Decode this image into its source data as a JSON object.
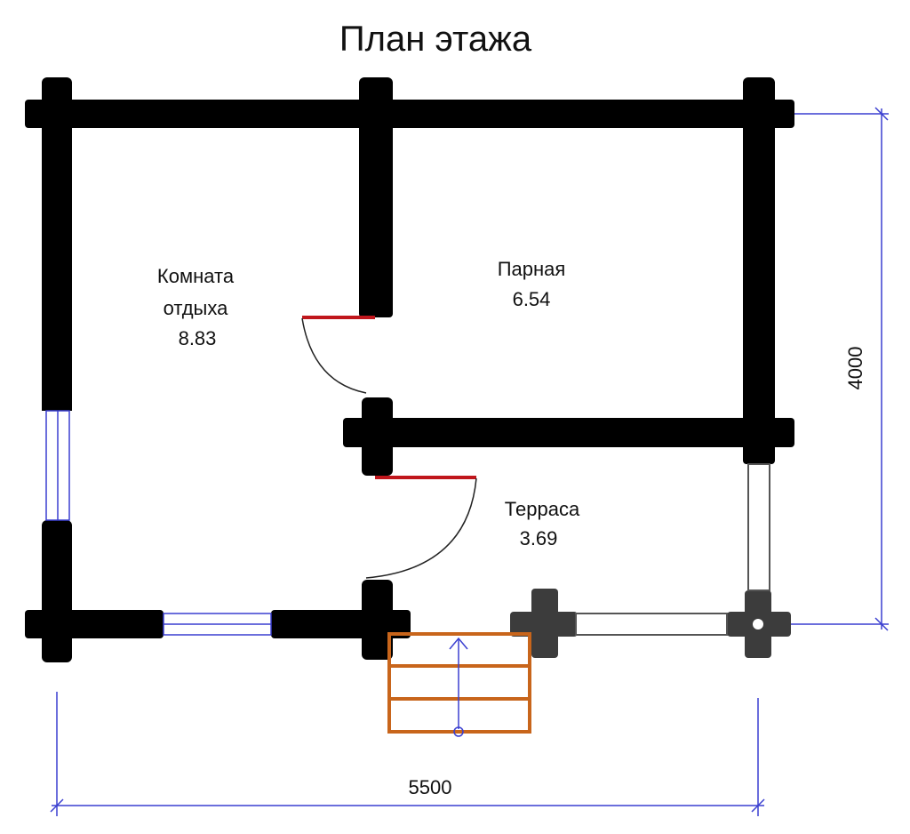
{
  "title": "План этажа",
  "rooms": [
    {
      "name_line1": "Комната",
      "name_line2": "отдыха",
      "area": "8.83"
    },
    {
      "name_line1": "Парная",
      "area": "6.54"
    },
    {
      "name_line1": "Терраса",
      "area": "3.69"
    }
  ],
  "dimensions": {
    "width": "5500",
    "depth": "4000"
  },
  "colors": {
    "wall": "#000000",
    "dimension": "#3a3fd0",
    "door": "#c0161c",
    "stairs": "#c8651b",
    "window": "#3a3fd0"
  }
}
